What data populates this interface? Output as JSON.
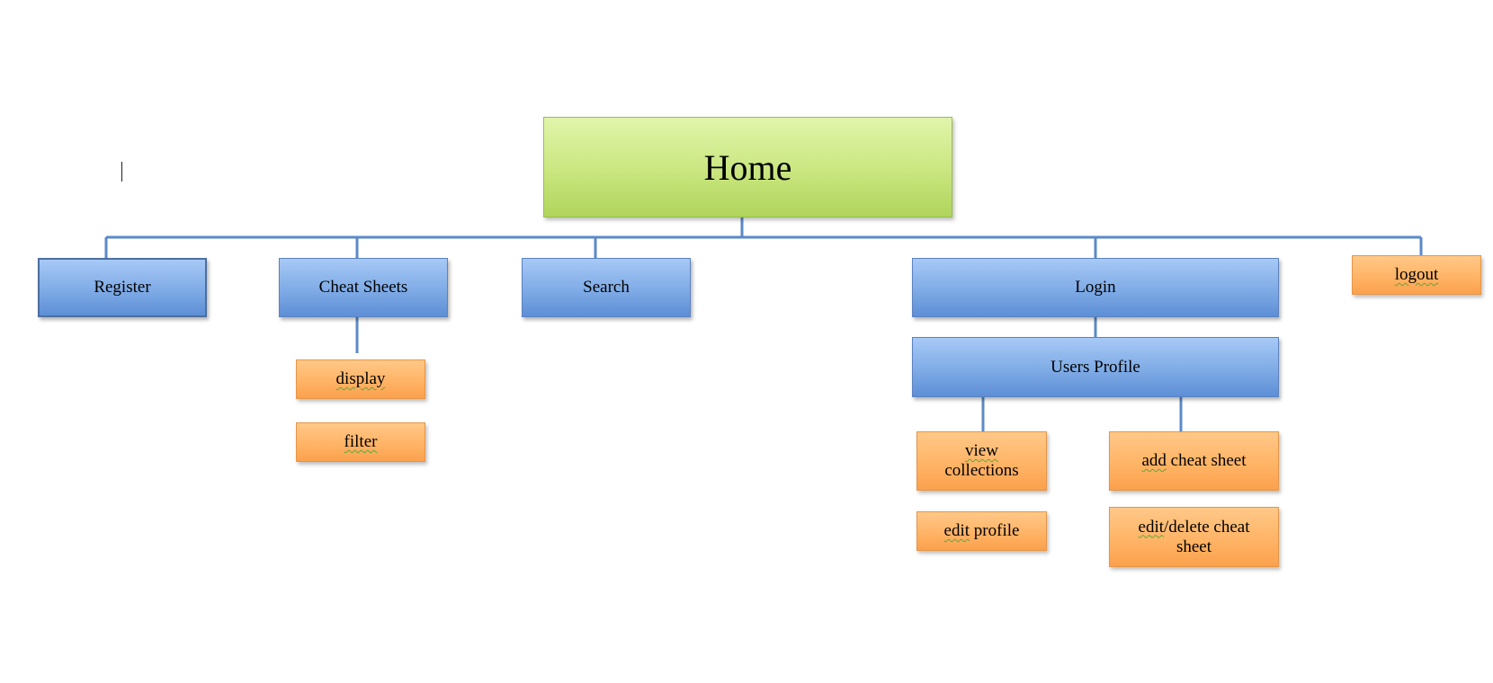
{
  "diagram": {
    "root": {
      "label": "Home"
    },
    "level1": {
      "register": {
        "label": "Register"
      },
      "cheat_sheets": {
        "label": "Cheat Sheets"
      },
      "search": {
        "label": "Search"
      },
      "login": {
        "label": "Login"
      },
      "logout": {
        "label": "logout"
      }
    },
    "cheat_sheets_children": {
      "display": {
        "label": "display"
      },
      "filter": {
        "label": "filter"
      }
    },
    "login_children": {
      "users_profile": {
        "label": "Users Profile"
      }
    },
    "users_profile_children": {
      "view_collections": {
        "line1": "view",
        "line2": "collections"
      },
      "edit_profile": {
        "word1": "edit",
        "word2": " profile"
      },
      "add_cheat_sheet": {
        "word1": "add",
        "word2": " cheat sheet"
      },
      "edit_delete_cheat_sheet": {
        "word1": "edit",
        "word2": "/delete cheat",
        "line2": "sheet"
      }
    }
  },
  "colors": {
    "root_fill": "#c9e67f",
    "level_fill": "#7fabe6",
    "leaf_fill": "#ffb466",
    "connector": "#5b8ac7"
  }
}
